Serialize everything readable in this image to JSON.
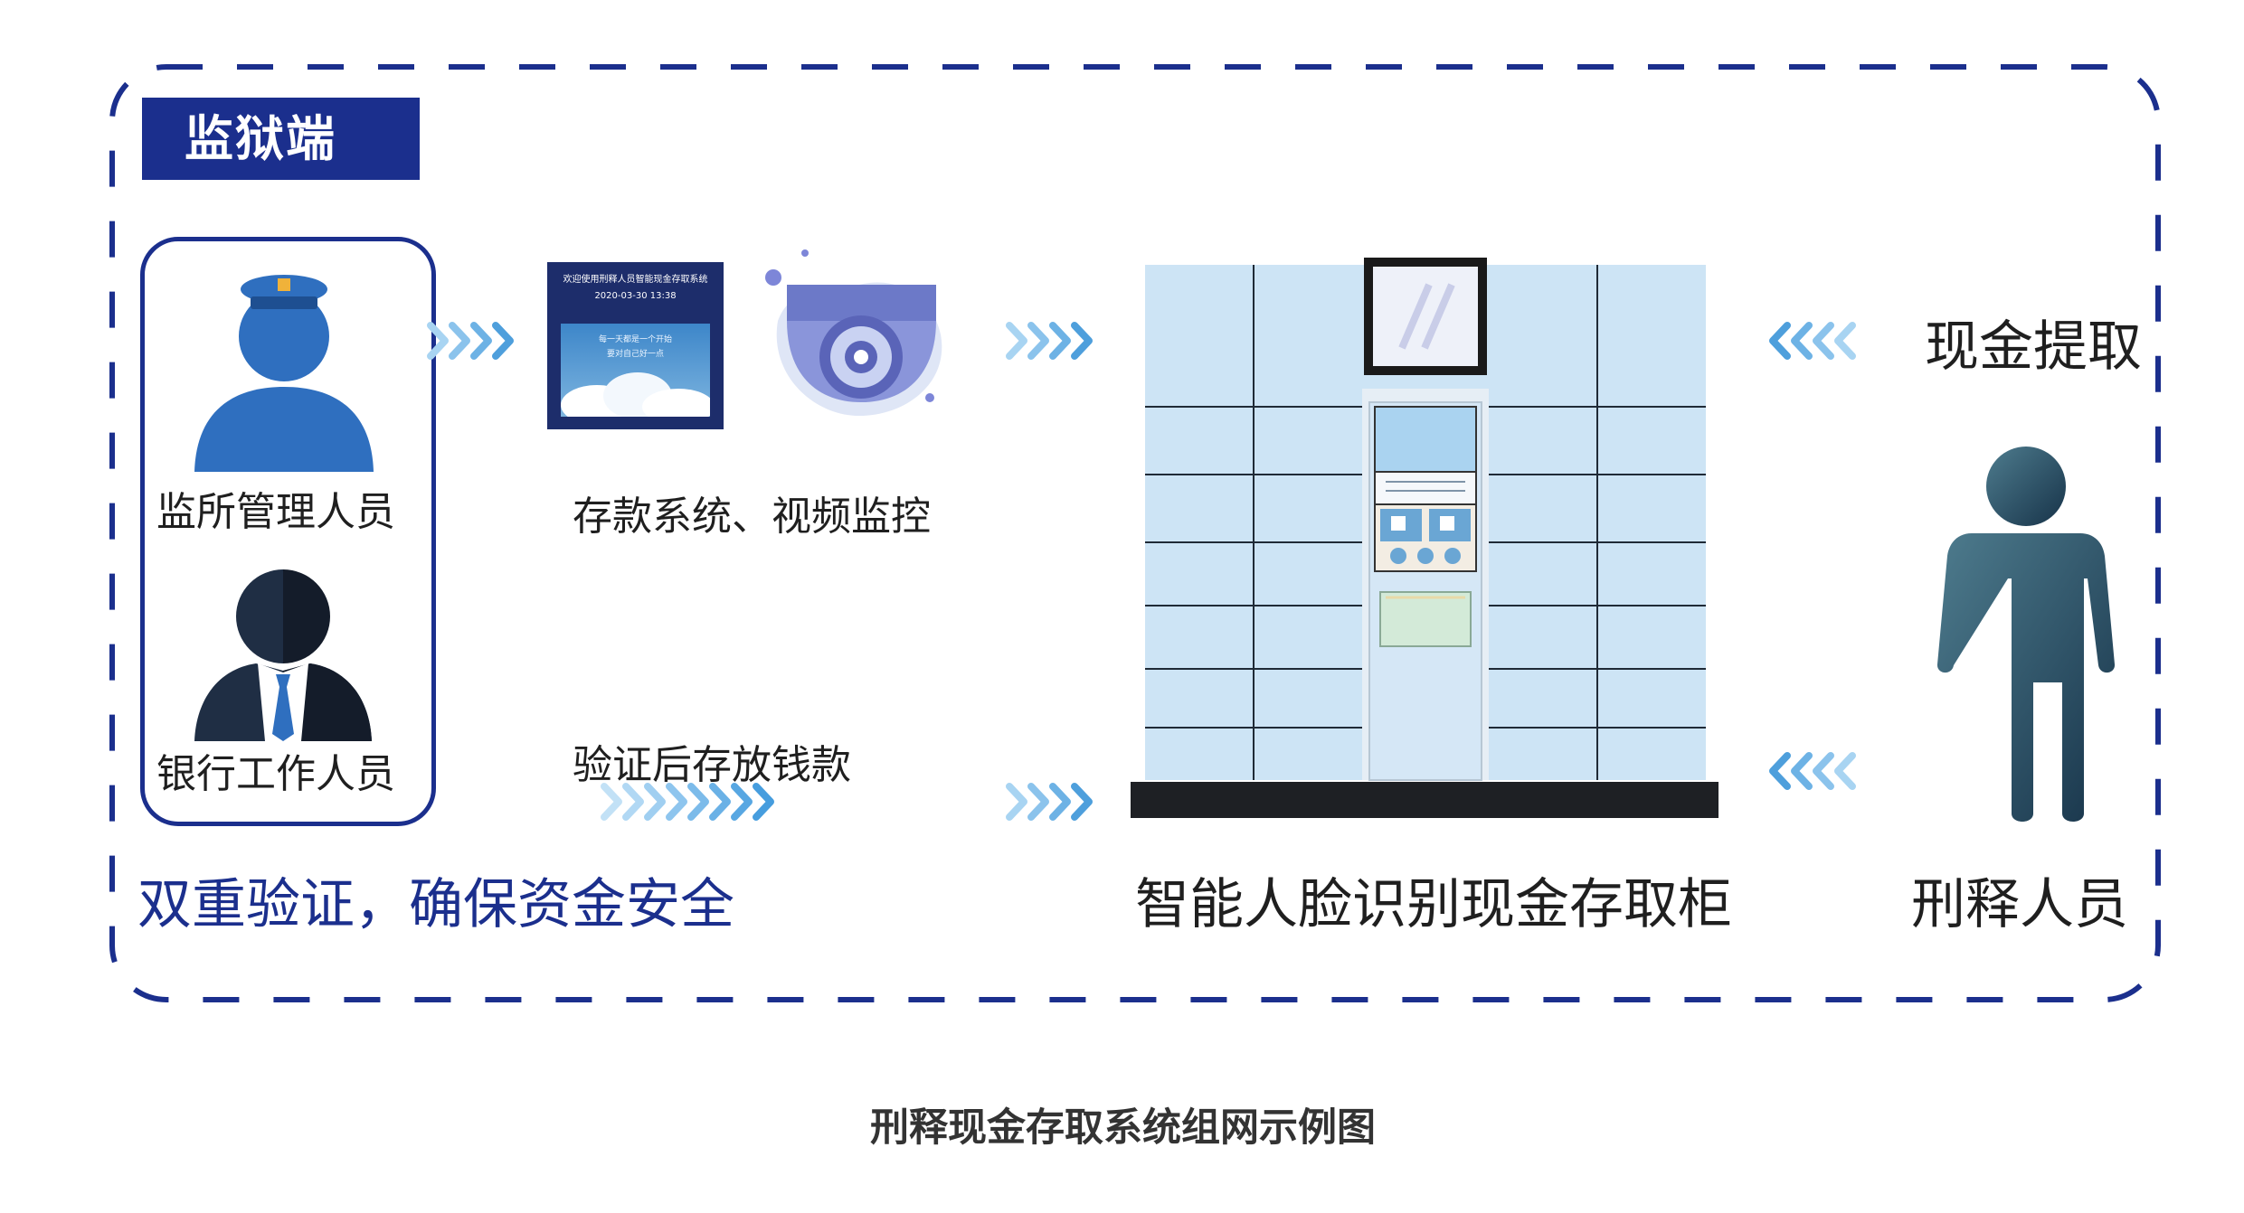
{
  "header": {
    "title": "监狱端"
  },
  "staff": {
    "manager_label": "监所管理人员",
    "bank_label": "银行工作人员"
  },
  "devices": {
    "screen_title": "欢迎使用刑释人员智能现金存取系统",
    "screen_datetime": "2020-03-30    13:38",
    "screen_line1": "每一天都是一个开始",
    "screen_line2": "要对自己好一点",
    "label": "存款系统、视频监控"
  },
  "flow": {
    "deposit_label": "验证后存放钱款"
  },
  "footer_left": "双重验证，确保资金安全",
  "cabinet": {
    "label": "智能人脸识别现金存取柜"
  },
  "withdraw": {
    "label": "现金提取"
  },
  "released": {
    "label": "刑释人员"
  },
  "caption": "刑释现金存取系统组网示例图",
  "colors": {
    "navy": "#1b2f8d",
    "brand_blue": "#2f6fbf",
    "cabinet": "#cde4f5",
    "arrow": "#5aa7df"
  }
}
